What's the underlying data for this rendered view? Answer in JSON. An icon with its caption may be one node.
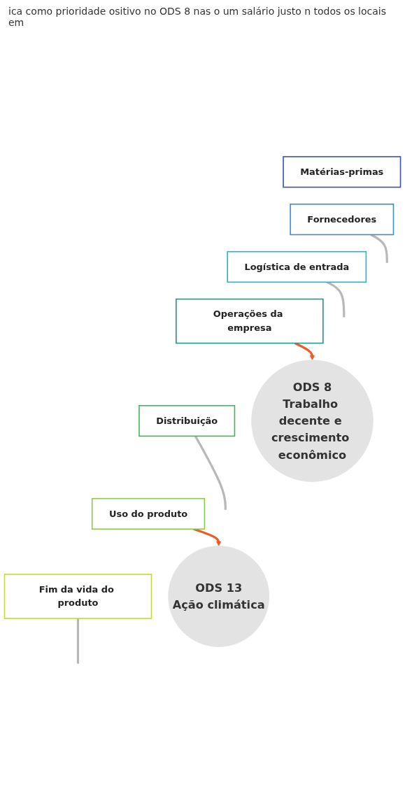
{
  "diagram": {
    "nodes": [
      {
        "text": [
          "Matérias-primas"
        ]
      },
      {
        "text": [
          "Fornecedores"
        ]
      },
      {
        "text": [
          "Logística de entrada"
        ]
      },
      {
        "text": [
          "Operações da empresa"
        ]
      },
      {
        "text": [
          "Distribuição"
        ]
      },
      {
        "text": [
          "Uso do produto"
        ]
      },
      {
        "text": [
          "Fim da vida do produto"
        ]
      },
      {
        "text": [
          "ODS 8",
          "Trabalho decente e crescimento econômico"
        ]
      },
      {
        "text": [
          "ODS 13",
          "Ação climática"
        ]
      }
    ],
    "edges": [
      {
        "from": 3,
        "to": 7,
        "arrow": "to",
        "color": "#f05a28"
      },
      {
        "from": 5,
        "to": 8,
        "arrow": "to",
        "color": "#f05a28"
      },
      {
        "from": 1,
        "to": null,
        "arrow": "none"
      },
      {
        "from": 2,
        "to": null,
        "arrow": "none"
      },
      {
        "from": 4,
        "to": null,
        "arrow": "none"
      },
      {
        "from": 6,
        "to": null,
        "arrow": "none"
      }
    ],
    "labels": [
      "ica como prioridade ositivo no ODS 8 nas o um salário justo n todos os locais em"
    ]
  }
}
